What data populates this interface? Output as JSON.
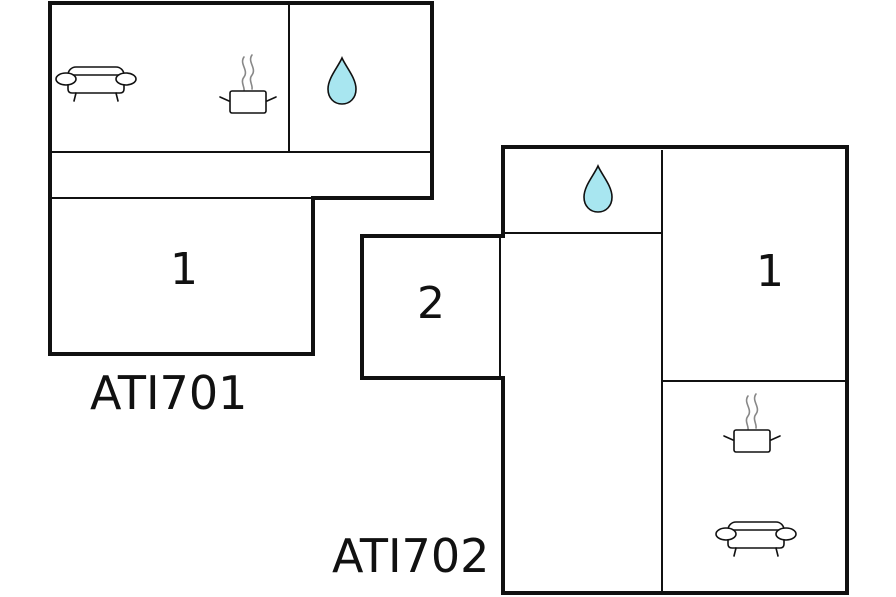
{
  "colors": {
    "wall": "#111111",
    "water": "#a8e6f0",
    "steam": "#888888"
  },
  "units": [
    {
      "label": "ATI701",
      "room_labels": [
        "1"
      ],
      "icons": [
        "sofa-icon",
        "cooking-pot-icon",
        "water-drop-icon"
      ]
    },
    {
      "label": "ATI702",
      "room_labels": [
        "1",
        "2"
      ],
      "icons": [
        "water-drop-icon",
        "cooking-pot-icon",
        "sofa-icon"
      ]
    }
  ]
}
